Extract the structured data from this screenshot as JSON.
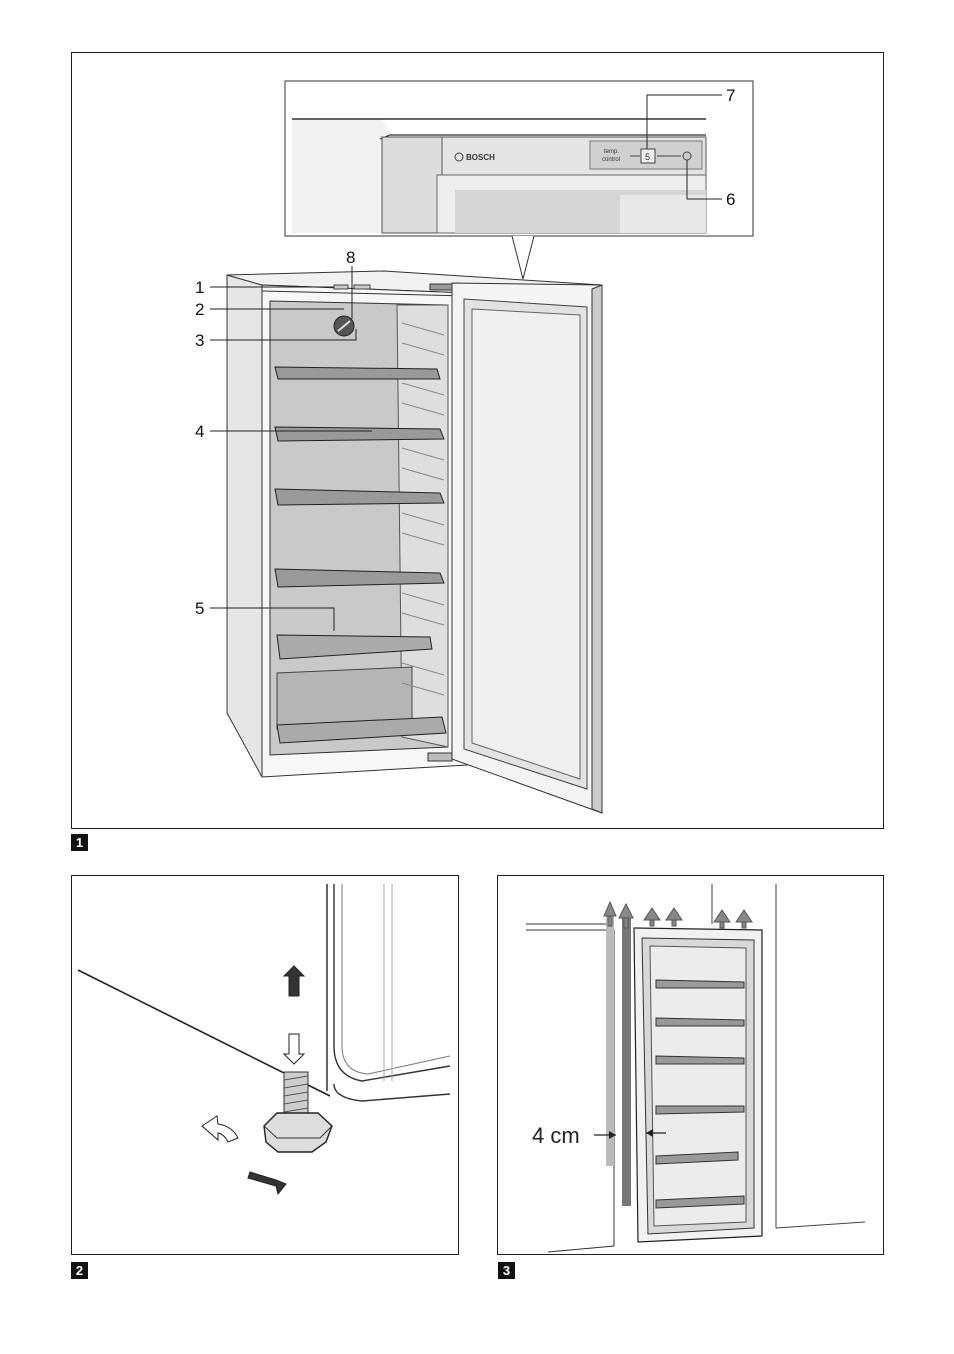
{
  "figures": [
    {
      "number": "1"
    },
    {
      "number": "2"
    },
    {
      "number": "3"
    }
  ],
  "figure1": {
    "callouts": [
      "1",
      "2",
      "3",
      "4",
      "5",
      "6",
      "7",
      "8"
    ],
    "brand": "BOSCH",
    "control_label_line1": "temp.",
    "control_label_line2": "control",
    "display_digit": "5"
  },
  "figure3": {
    "clearance_label": "4 cm"
  }
}
